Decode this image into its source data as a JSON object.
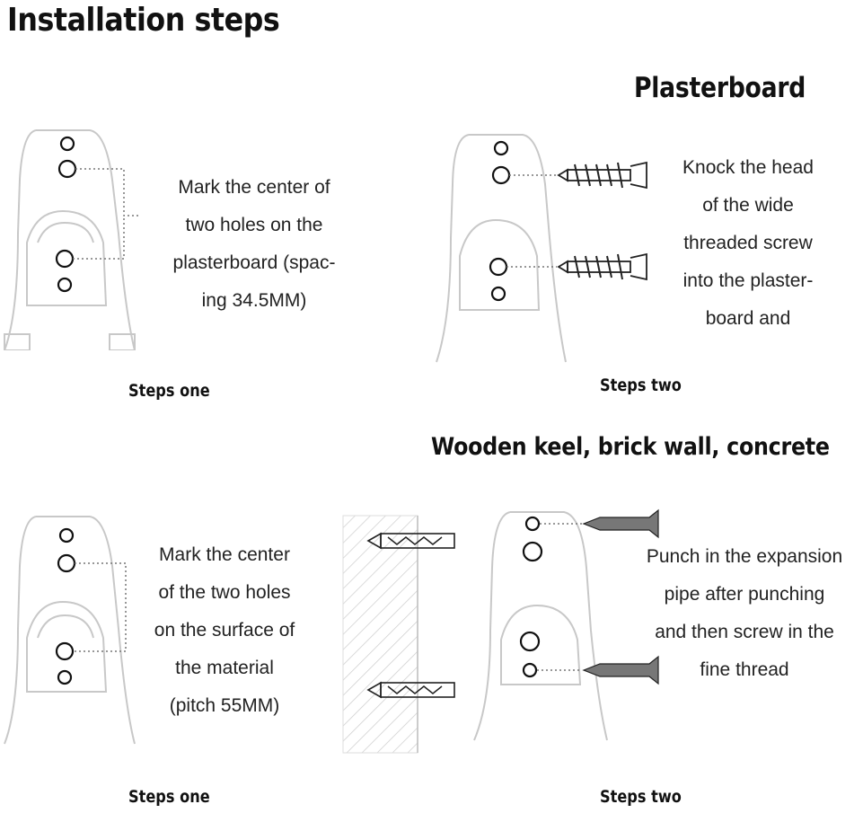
{
  "page": {
    "title": "Installation steps"
  },
  "sections": {
    "plasterboard": {
      "heading": "Plasterboard",
      "step_one": {
        "caption": "Steps one",
        "lines": [
          "Mark the center of",
          "two holes on the",
          "plasterboard (spac-",
          "ing 34.5MM)"
        ]
      },
      "step_two": {
        "caption": "Steps two",
        "lines": [
          "Knock the head",
          "of the wide",
          "threaded screw",
          "into the plaster-",
          "board and"
        ]
      }
    },
    "wood_brick_concrete": {
      "heading": "Wooden keel, brick wall, concrete",
      "step_one": {
        "caption": "Steps one",
        "lines": [
          "Mark the center",
          "of the two holes",
          "on the surface of",
          "the material",
          "(pitch 55MM)"
        ]
      },
      "step_two": {
        "caption": "Steps two",
        "lines": [
          "Punch in the expansion",
          "pipe after punching",
          "and then screw in the",
          "fine thread"
        ]
      }
    }
  }
}
